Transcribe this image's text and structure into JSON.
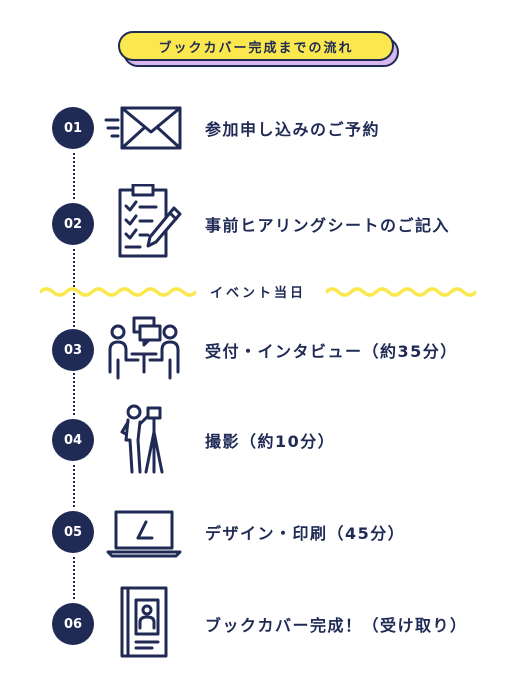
{
  "title": "ブックカバー完成までの流れ",
  "event_day": "イベント当日",
  "colors": {
    "navy": "#1f2a55",
    "yellow": "#fbe84e",
    "lavender": "#d7b8ee"
  },
  "steps": [
    {
      "num": "01",
      "label": "参加申し込みのご予約",
      "icon": "envelope-icon"
    },
    {
      "num": "02",
      "label": "事前ヒアリングシートのご記入",
      "icon": "clipboard-checklist-icon"
    },
    {
      "num": "03",
      "label": "受付・インタビュー（約35分）",
      "icon": "interview-icon"
    },
    {
      "num": "04",
      "label": "撮影（約10分）",
      "icon": "photographer-icon"
    },
    {
      "num": "05",
      "label": "デザイン・印刷（45分）",
      "icon": "laptop-icon"
    },
    {
      "num": "06",
      "label": "ブックカバー完成！（受け取り）",
      "icon": "book-cover-icon"
    }
  ]
}
